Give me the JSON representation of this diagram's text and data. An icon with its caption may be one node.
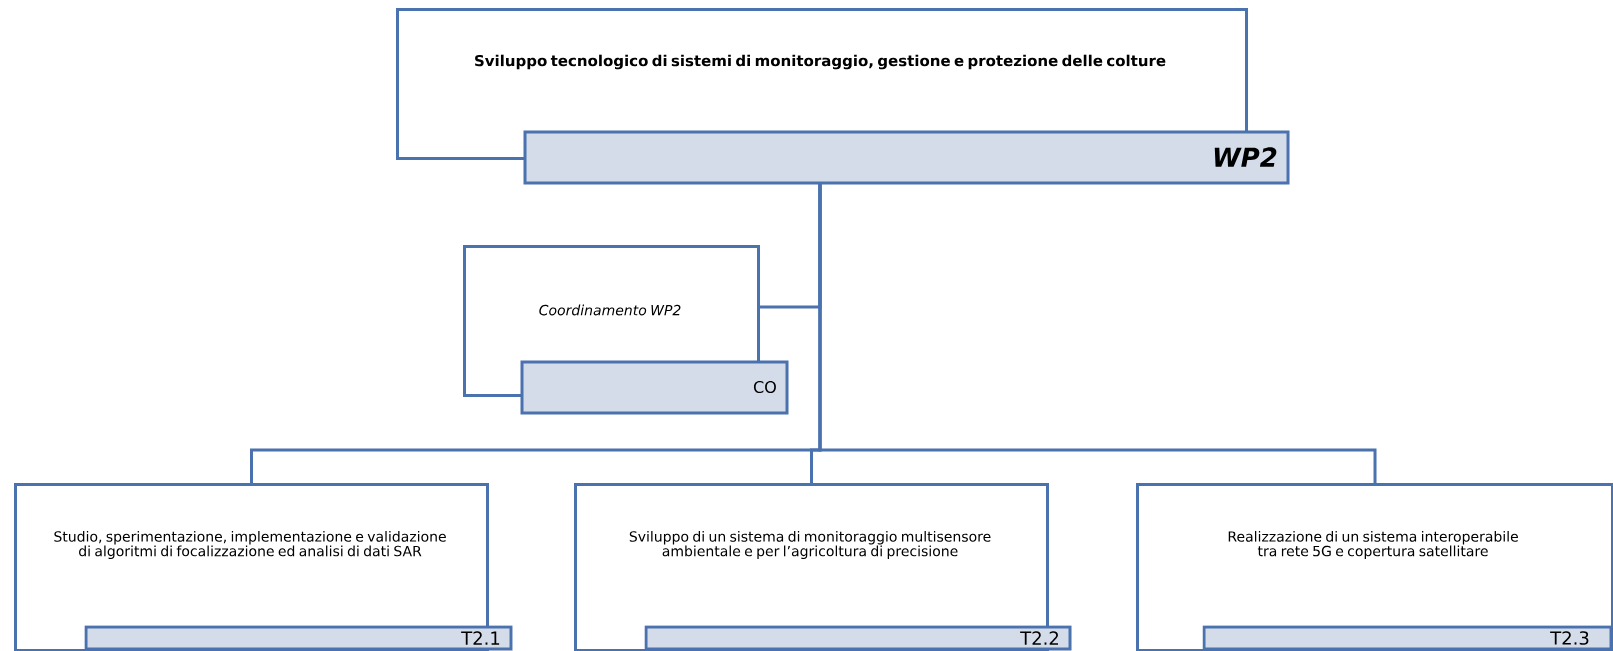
{
  "diagram": {
    "nodes": [
      {
        "text": [
          "Sviluppo tecnologico di sistemi di monitoraggio, gestione e protezione delle colture",
          "WP2"
        ]
      },
      {
        "text": [
          "Coordinamento WP2",
          "CO"
        ]
      },
      {
        "text": [
          "Studio, sperimentazione, implementazione e validazione di algoritmi di focalizzazione ed analisi di dati SAR",
          "T2.1"
        ]
      },
      {
        "text": [
          "Sviluppo di un sistema di monitoraggio multisensore ambientale e per l’agricoltura di precisione",
          "T2.2"
        ]
      },
      {
        "text": [
          "Realizzazione di un sistema interoperabile tra rete 5G e copertura satellitare",
          "T2.3"
        ]
      }
    ],
    "edges": [
      {
        "from": 0,
        "to": 1,
        "arrow": "none"
      },
      {
        "from": 0,
        "to": 2,
        "arrow": "none"
      },
      {
        "from": 0,
        "to": 3,
        "arrow": "none"
      },
      {
        "from": 0,
        "to": 4,
        "arrow": "none"
      }
    ]
  }
}
